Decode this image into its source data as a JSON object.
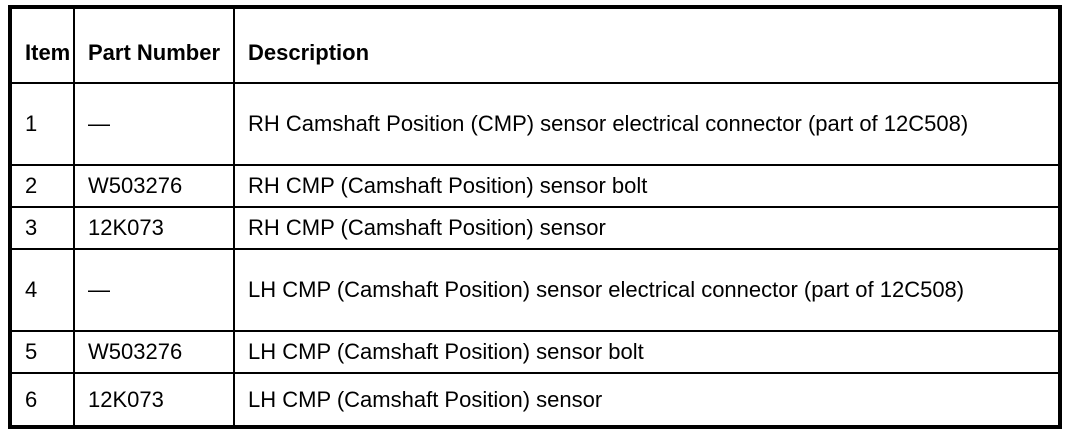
{
  "table": {
    "name": "camshaft-position-sensor-parts-table",
    "colors": {
      "border": "#000000",
      "background": "#ffffff",
      "text": "#000000"
    },
    "columns": [
      {
        "key": "item",
        "label": "Item"
      },
      {
        "key": "part_number",
        "label": "Part Number"
      },
      {
        "key": "description",
        "label": "Description"
      }
    ],
    "rows": [
      {
        "item": "1",
        "part_number": "—",
        "description": "RH Camshaft Position (CMP) sensor electrical connector (part of 12C508)"
      },
      {
        "item": "2",
        "part_number": "W503276",
        "description": "RH CMP (Camshaft Position) sensor bolt"
      },
      {
        "item": "3",
        "part_number": "12K073",
        "description": "RH CMP (Camshaft Position) sensor"
      },
      {
        "item": "4",
        "part_number": "—",
        "description": "LH CMP (Camshaft Position) sensor electrical connector (part of 12C508)"
      },
      {
        "item": "5",
        "part_number": "W503276",
        "description": "LH CMP (Camshaft Position) sensor bolt"
      },
      {
        "item": "6",
        "part_number": "12K073",
        "description": "LH CMP (Camshaft Position) sensor"
      }
    ]
  }
}
